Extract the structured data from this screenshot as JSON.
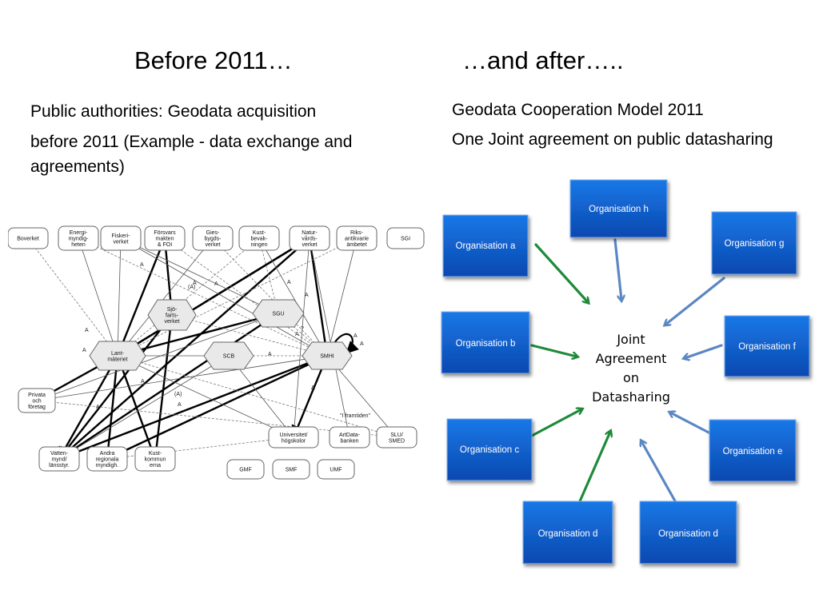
{
  "headings": {
    "before": "Before 2011…",
    "after": "…and after….."
  },
  "left": {
    "line1": "Public authorities: Geodata acquisition",
    "line2": "before 2011 (Example - data exchange and agreements)",
    "diagram": {
      "nodes": {
        "boverket": [
          "Boverket"
        ],
        "energi": [
          "Energi-",
          "myndig-",
          "heten"
        ],
        "fiskeri": [
          "Fiskeri-",
          "verket"
        ],
        "forsvars": [
          "Försvars",
          "makten",
          "& FOI"
        ],
        "gies": [
          "Gies-",
          "bygds-",
          "verket"
        ],
        "kust": [
          "Kust-",
          "bevak-",
          "ningen"
        ],
        "natur": [
          "Natur-",
          "vårds-",
          "verket"
        ],
        "riks": [
          "Riks-",
          "antikvarie",
          "ämbetet"
        ],
        "sgi": [
          "SGI"
        ],
        "sjo": [
          "Sjö-",
          "farts-",
          "verket"
        ],
        "sgu": [
          "SGU"
        ],
        "lant": [
          "Lant-",
          "mäteriet"
        ],
        "scb": [
          "SCB"
        ],
        "smhi": [
          "SMHI"
        ],
        "privata": [
          "Privata",
          "och",
          "företag"
        ],
        "universitet": [
          "Universitet/",
          "högskolor"
        ],
        "artdata": [
          "ArtData-",
          "banken"
        ],
        "slu": [
          "SLU/",
          "SMED"
        ],
        "vatten": [
          "Vatten-",
          "mynd/",
          "länsstyr."
        ],
        "andra": [
          "Andra",
          "regionala",
          "myndigh."
        ],
        "kustkommun": [
          "Kust-",
          "kommun",
          "erna"
        ],
        "gmf": [
          "GMF"
        ],
        "smf": [
          "SMF"
        ],
        "umf": [
          "UMF"
        ]
      },
      "edge_labels": {
        "a": "A",
        "a_paren": "(A)",
        "question": "?",
        "i_framtiden": "\"I framtiden\""
      }
    }
  },
  "right": {
    "line1": "Geodata Cooperation Model 2011",
    "line2": "One Joint agreement on public datasharing",
    "center": [
      "Joint",
      "Agreement",
      "on",
      "Datasharing"
    ],
    "organisations": {
      "h": "Organisation h",
      "a": "Organisation a",
      "g": "Organisation g",
      "b": "Organisation b",
      "f": "Organisation f",
      "c": "Organisation c",
      "e": "Organisation e",
      "d1": "Organisation d",
      "d2": "Organisation d"
    },
    "colors": {
      "box_top": "#1a75e0",
      "box_bottom": "#0a44a8",
      "arrow_green": "#1f8a3a",
      "arrow_blue": "#5b87c2"
    }
  }
}
